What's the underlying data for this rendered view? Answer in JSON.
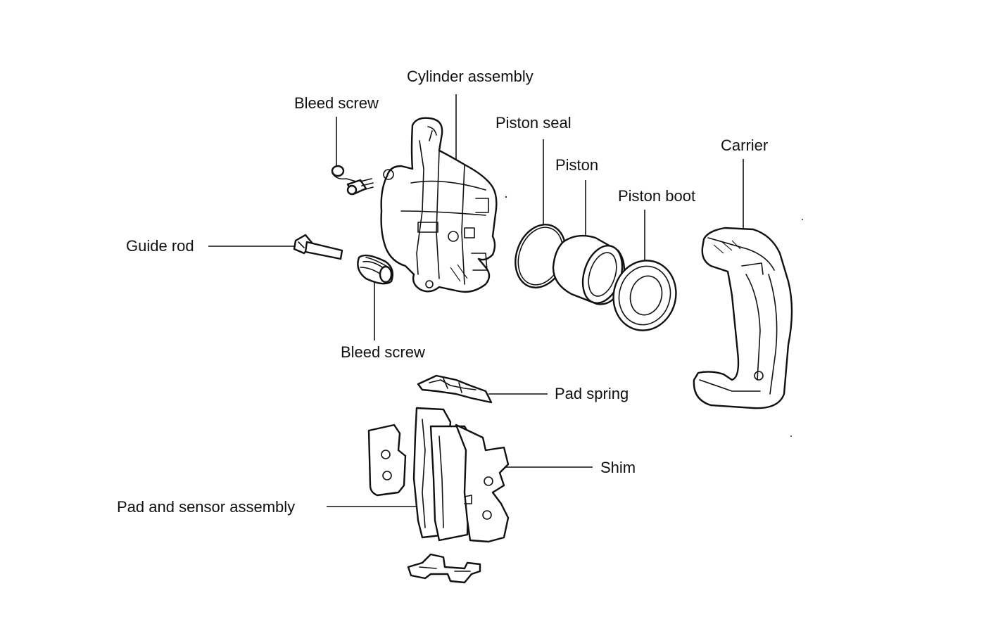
{
  "diagram": {
    "labels": {
      "cylinder_assembly": "Cylinder assembly",
      "bleed_screw_top": "Bleed screw",
      "piston_seal": "Piston seal",
      "piston": "Piston",
      "piston_boot": "Piston boot",
      "carrier": "Carrier",
      "guide_rod": "Guide rod",
      "bleed_screw_bottom": "Bleed screw",
      "pad_spring": "Pad spring",
      "shim": "Shim",
      "pad_and_sensor_assembly": "Pad and sensor assembly"
    },
    "line_color": "#111111",
    "background_color": "#ffffff"
  }
}
